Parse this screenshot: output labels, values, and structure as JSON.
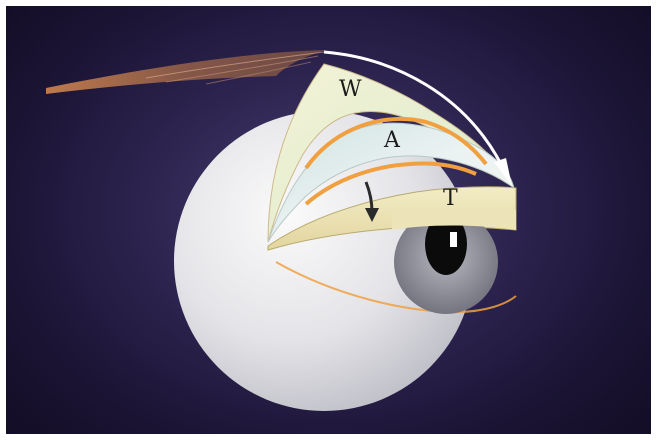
{
  "diagram": {
    "bands": [
      {
        "id": "upper",
        "label": "W"
      },
      {
        "id": "middle",
        "label": "A"
      },
      {
        "id": "lower",
        "label": "T"
      }
    ],
    "colors": {
      "background": "#1b1434",
      "sphere": "#e6e6ea",
      "band_upper": "#eef0cf",
      "band_middle": "#e3ecef",
      "band_lower": "#ece4b8",
      "accent_orange": "#f0a040",
      "arrow": "#ffffff",
      "iris": "#8d8d96",
      "pupil": "#0b0b0b"
    }
  }
}
